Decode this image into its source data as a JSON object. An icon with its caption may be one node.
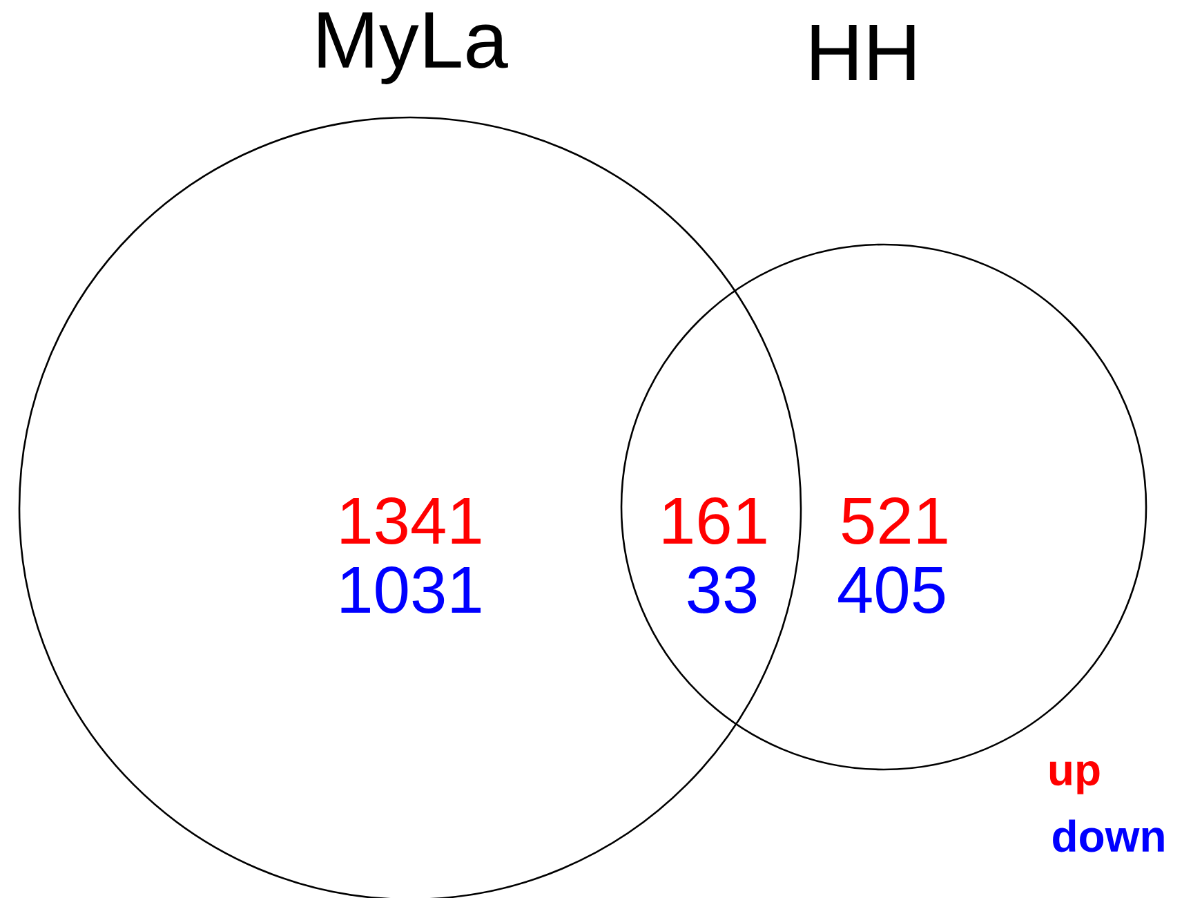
{
  "diagram": {
    "nodes": [
      {
        "text": [
          "MyLa"
        ]
      },
      {
        "text": [
          "HH"
        ]
      }
    ],
    "labels": [
      "1341",
      "1031",
      "161",
      "33",
      "521",
      "405"
    ],
    "legend": [
      {
        "text": "up",
        "color": "#ff0000"
      },
      {
        "text": "down",
        "color": "#0000ff"
      }
    ]
  }
}
